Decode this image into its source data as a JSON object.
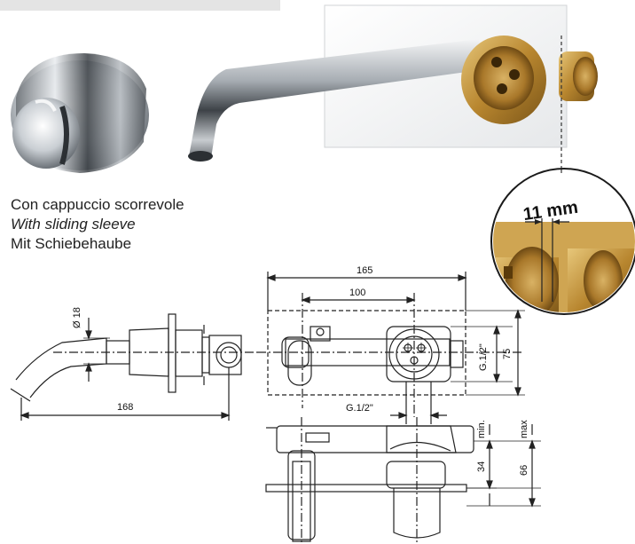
{
  "callout": {
    "value": "11 mm"
  },
  "caption": {
    "italian": "Con cappuccio scorrevole",
    "english": "With sliding sleeve",
    "german": "Mit Schiebehaube"
  },
  "dimensions": {
    "d165": "165",
    "d100": "100",
    "d18": "Ø 18",
    "d168": "168",
    "d75": "75",
    "g_half_right": "G.1/2\"",
    "g_half_bottom": "G.1/2\"",
    "min_label": "min.",
    "max_label": "max",
    "d34": "34",
    "d66": "66"
  },
  "colors": {
    "brass": "#c9a24a",
    "chrome": "#9aa0a6",
    "line": "#222222"
  }
}
